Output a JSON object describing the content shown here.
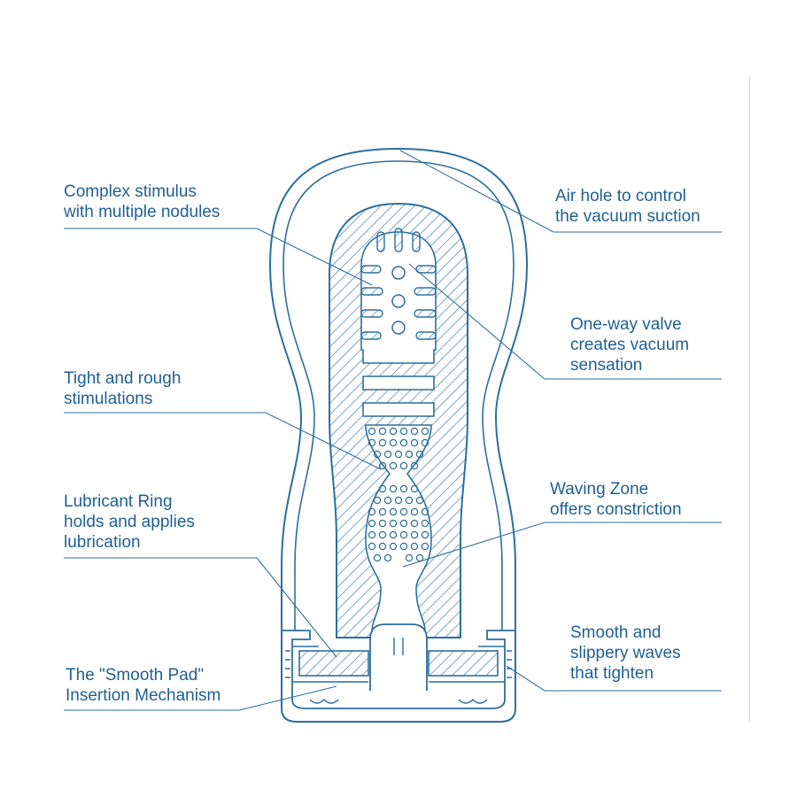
{
  "colors": {
    "line": "#2c6e9e",
    "hatch": "#5a8fb8",
    "text": "#1f5f93",
    "background": "#ffffff"
  },
  "callouts": {
    "complex_stimulus": {
      "lines": [
        "Complex stimulus",
        "with multiple nodules"
      ]
    },
    "tight_rough": {
      "lines": [
        "Tight and rough",
        "stimulations"
      ]
    },
    "lubricant_ring": {
      "lines": [
        "Lubricant Ring",
        "holds and applies",
        "lubrication"
      ]
    },
    "smooth_pad": {
      "lines": [
        "The \"Smooth Pad\"",
        "Insertion Mechanism"
      ]
    },
    "air_hole": {
      "lines": [
        "Air hole to control",
        "the vacuum suction"
      ]
    },
    "one_way_valve": {
      "lines": [
        "One-way valve",
        "creates vacuum",
        "sensation"
      ]
    },
    "waving_zone": {
      "lines": [
        "Waving Zone",
        "offers constriction"
      ]
    },
    "smooth_waves": {
      "lines": [
        "Smooth and",
        "slippery waves",
        "that tighten"
      ]
    }
  }
}
